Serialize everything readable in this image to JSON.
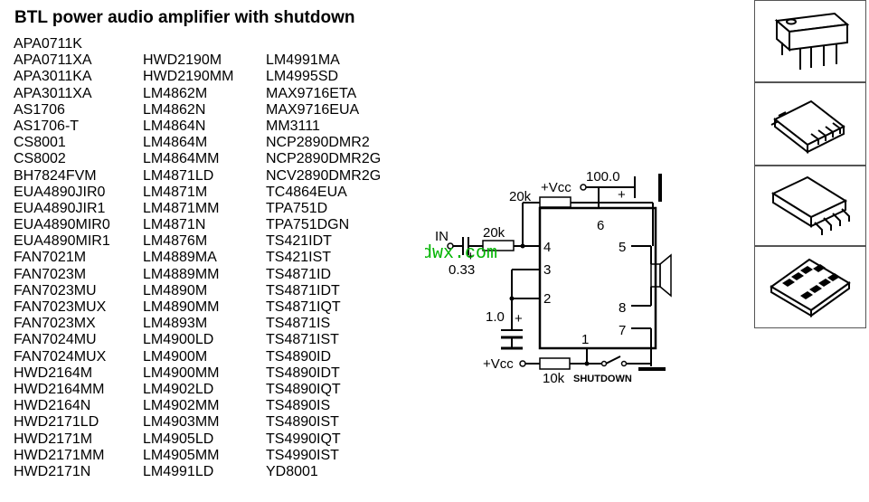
{
  "title": "BTL power audio amplifier with shutdown",
  "columns": [
    [
      "APA0711K",
      "APA0711XA",
      "APA3011KA",
      "APA3011XA",
      "AS1706",
      "AS1706-T",
      "CS8001",
      "CS8002",
      "BH7824FVM",
      "EUA4890JIR0",
      "EUA4890JIR1",
      "EUA4890MIR0",
      "EUA4890MIR1",
      "FAN7021M",
      "FAN7023M",
      "FAN7023MU",
      "FAN7023MUX",
      "FAN7023MX",
      "FAN7024MU",
      "FAN7024MUX",
      "HWD2164M",
      "HWD2164MM",
      "HWD2164N",
      "HWD2171LD",
      "HWD2171M",
      "HWD2171MM",
      "HWD2171N"
    ],
    [
      "",
      "HWD2190M",
      "HWD2190MM",
      "LM4862M",
      "LM4862N",
      "LM4864N",
      "LM4864M",
      "LM4864MM",
      "LM4871LD",
      "LM4871M",
      "LM4871MM",
      "LM4871N",
      "LM4876M",
      "LM4889MA",
      "LM4889MM",
      "LM4890M",
      "LM4890MM",
      "LM4893M",
      "LM4900LD",
      "LM4900M",
      "LM4900MM",
      "LM4902LD",
      "LM4902MM",
      "LM4903MM",
      "LM4905LD",
      "LM4905MM",
      "LM4991LD"
    ],
    [
      "",
      "LM4991MA",
      "LM4995SD",
      "MAX9716ETA",
      "MAX9716EUA",
      "MM3111",
      "NCP2890DMR2",
      "NCP2890DMR2G",
      "NCV2890DMR2G",
      "TC4864EUA",
      "TPA751D",
      "TPA751DGN",
      "TS421IDT",
      "TS421IST",
      "TS4871ID",
      "TS4871IDT",
      "TS4871IQT",
      "TS4871IS",
      "TS4871IST",
      "TS4890ID",
      "TS4890IDT",
      "TS4890IQT",
      "TS4890IS",
      "TS4890IST",
      "TS4990IQT",
      "TS4990IST",
      "YD8001"
    ]
  ],
  "schematic": {
    "vcc_top": "+Vcc",
    "cap_top_value": "100.0",
    "cap_top_plus": "+",
    "r_feedback": "20k",
    "r_input": "20k",
    "input_label": "IN",
    "input_cap_plus": "+",
    "input_cap_value": "0.33",
    "watermark": "www.bjjdwx.com",
    "pin6": "6",
    "pin4": "4",
    "pin3": "3",
    "pin2": "2",
    "pin5": "5",
    "pin8": "8",
    "pin7": "7",
    "pin1": "1",
    "cap_bypass_value": "1.0",
    "cap_bypass_plus": "+",
    "vcc_bottom": "+Vcc",
    "r_shutdown": "10k",
    "shutdown_label": "SHUTDOWN",
    "watermark_color": "#00b400"
  },
  "packages": [
    "dip8-icon",
    "msop8-icon",
    "so8-icon",
    "llp8-icon"
  ]
}
